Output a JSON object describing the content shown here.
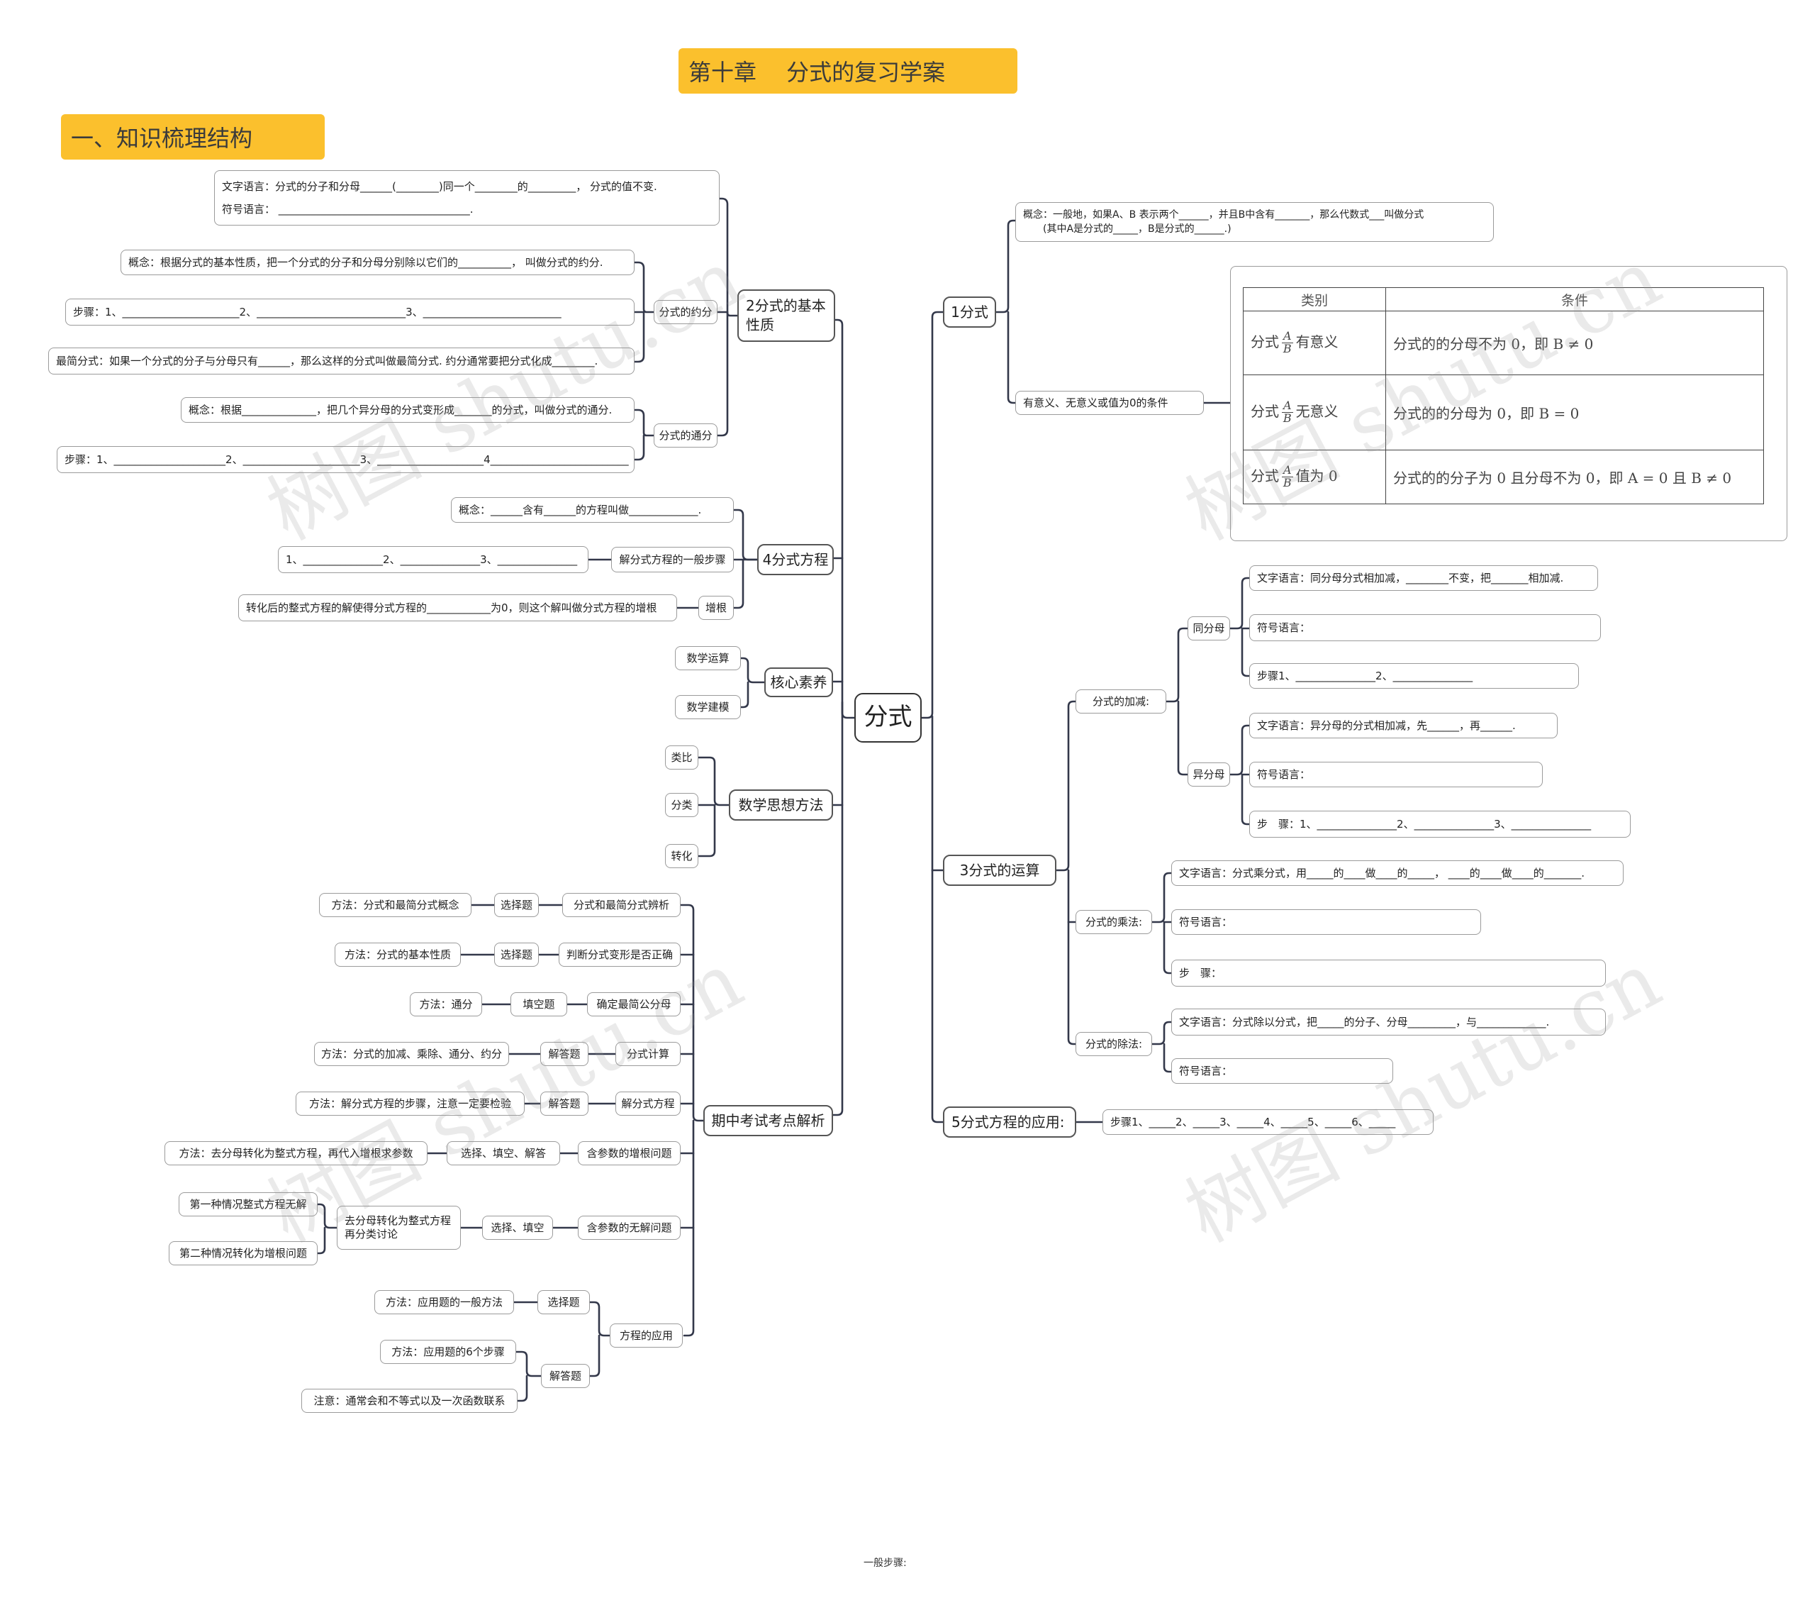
{
  "title": "第十章　 分式的复习学案",
  "section_heading": "一、知识梳理结构",
  "root": "分式",
  "watermark": "树图 shutu.cn",
  "footer": "一般步骤:",
  "left": {
    "basic_property": {
      "label": "2分式的基本性质",
      "text_lang": "文字语言：分式的分子和分母______(________)同一个________的_________，  分式的值不变.",
      "symbol_lang": "符号语言：  ____________________________________.",
      "reduction": {
        "label": "分式的约分",
        "concept": "概念：根据分式的基本性质，把一个分式的分子和分母分别除以它们的__________，  叫做分式的约分.",
        "steps": "步骤：1、______________________2、____________________________3、__________________________",
        "simplest": "最简分式：如果一个分式的分子与分母只有______，那么这样的分式叫做最简分式. 约分通常要把分式化成________."
      },
      "common_denominator": {
        "label": "分式的通分",
        "concept": "概念：根据______________，把几个异分母的分式变形成_______的分式，叫做分式的通分.",
        "steps": "步骤：1、_____________________2、______________________3、____________________4__________________________"
      }
    },
    "equation": {
      "label": "4分式方程",
      "concept": "概念：______含有______的方程叫做_____________.",
      "steps_label": "解分式方程的一般步骤",
      "steps": "1、_______________2、_______________3、_______________",
      "extraneous_label": "增根",
      "extraneous": "转化后的整式方程的解使得分式方程的____________为0，则这个解叫做分式方程的增根"
    },
    "core_literacy": {
      "label": "核心素养",
      "items": [
        "数学运算",
        "数学建模"
      ]
    },
    "methods": {
      "label": "数学思想方法",
      "items": [
        "类比",
        "分类",
        "转化"
      ]
    },
    "exam": {
      "label": "期中考试考点解析",
      "rows": [
        {
          "topic": "分式和最简分式辨析",
          "type": "选择题",
          "method": "方法：分式和最简分式概念"
        },
        {
          "topic": "判断分式变形是否正确",
          "type": "选择题",
          "method": "方法：分式的基本性质"
        },
        {
          "topic": "确定最简公分母",
          "type": "填空题",
          "method": "方法：通分"
        },
        {
          "topic": "分式计算",
          "type": "解答题",
          "method": "方法：分式的加减、乘除、通分、约分"
        },
        {
          "topic": "解分式方程",
          "type": "解答题",
          "method": "方法：解分式方程的步骤，注意一定要检验"
        },
        {
          "topic": "含参数的增根问题",
          "type": "选择、填空、解答",
          "method": "方法：去分母转化为整式方程，再代入增根求参数"
        },
        {
          "topic": "含参数的无解问题",
          "type": "选择、填空",
          "method": "去分母转化为整式方程再分类讨论",
          "cases": [
            "第一种情况整式方程无解",
            "第二种情况转化为增根问题"
          ]
        }
      ],
      "application": {
        "topic": "方程的应用",
        "choice": "选择题",
        "choice_method": "方法：应用题的一般方法",
        "solve": "解答题",
        "solve_method": "方法：应用题的6个步骤",
        "note": "注意：通常会和不等式以及一次函数联系"
      }
    }
  },
  "right": {
    "fraction": {
      "label": "1分式",
      "concept_line1": "概念：一般地，如果A、B 表示两个______，并且B中含有_______，那么代数式___叫做分式",
      "concept_line2": "(其中A是分式的_____，B是分式的______.)",
      "conditions_label": "有意义、无意义或值为0的条件",
      "table": {
        "head_category": "类别",
        "head_condition": "条件",
        "prefix": "分式",
        "frac_num": "A",
        "frac_den": "B",
        "rows": [
          {
            "state": "有意义",
            "condition": "分式的的分母不为 0，即 B ≠ 0"
          },
          {
            "state": "无意义",
            "condition": "分式的的分母为 0，即 B = 0"
          },
          {
            "state": "值为 0",
            "condition": "分式的的分子为 0 且分母不为 0，即 A = 0 且 B ≠ 0"
          }
        ]
      }
    },
    "operations": {
      "label": "3分式的运算",
      "add_sub": {
        "label": "分式的加减:",
        "same": {
          "label": "同分母",
          "text": "文字语言：同分母分式相加减，________不变，把_______相加减.",
          "symbol": "符号语言：",
          "steps": "步骤1、_______________2、_______________"
        },
        "diff": {
          "label": "异分母",
          "text": "文字语言：异分母的分式相加减，先______，再______.",
          "symbol": "符号语言：",
          "steps": "步　骤：1、_______________2、_______________3、_______________"
        }
      },
      "mul": {
        "label": "分式的乘法:",
        "text": "文字语言：分式乘分式，用_____的____做____的_____，  ____的____做____的_______.",
        "symbol": "符号语言：",
        "steps": "步　骤："
      },
      "div": {
        "label": "分式的除法:",
        "text": "文字语言：分式除以分式，把_____的分子、分母_________，与_____________.",
        "symbol": "符号语言："
      }
    },
    "application": {
      "label": "5分式方程的应用:",
      "steps": "步骤1、_____2、_____3、_____4、_____5、_____6、_____"
    }
  }
}
